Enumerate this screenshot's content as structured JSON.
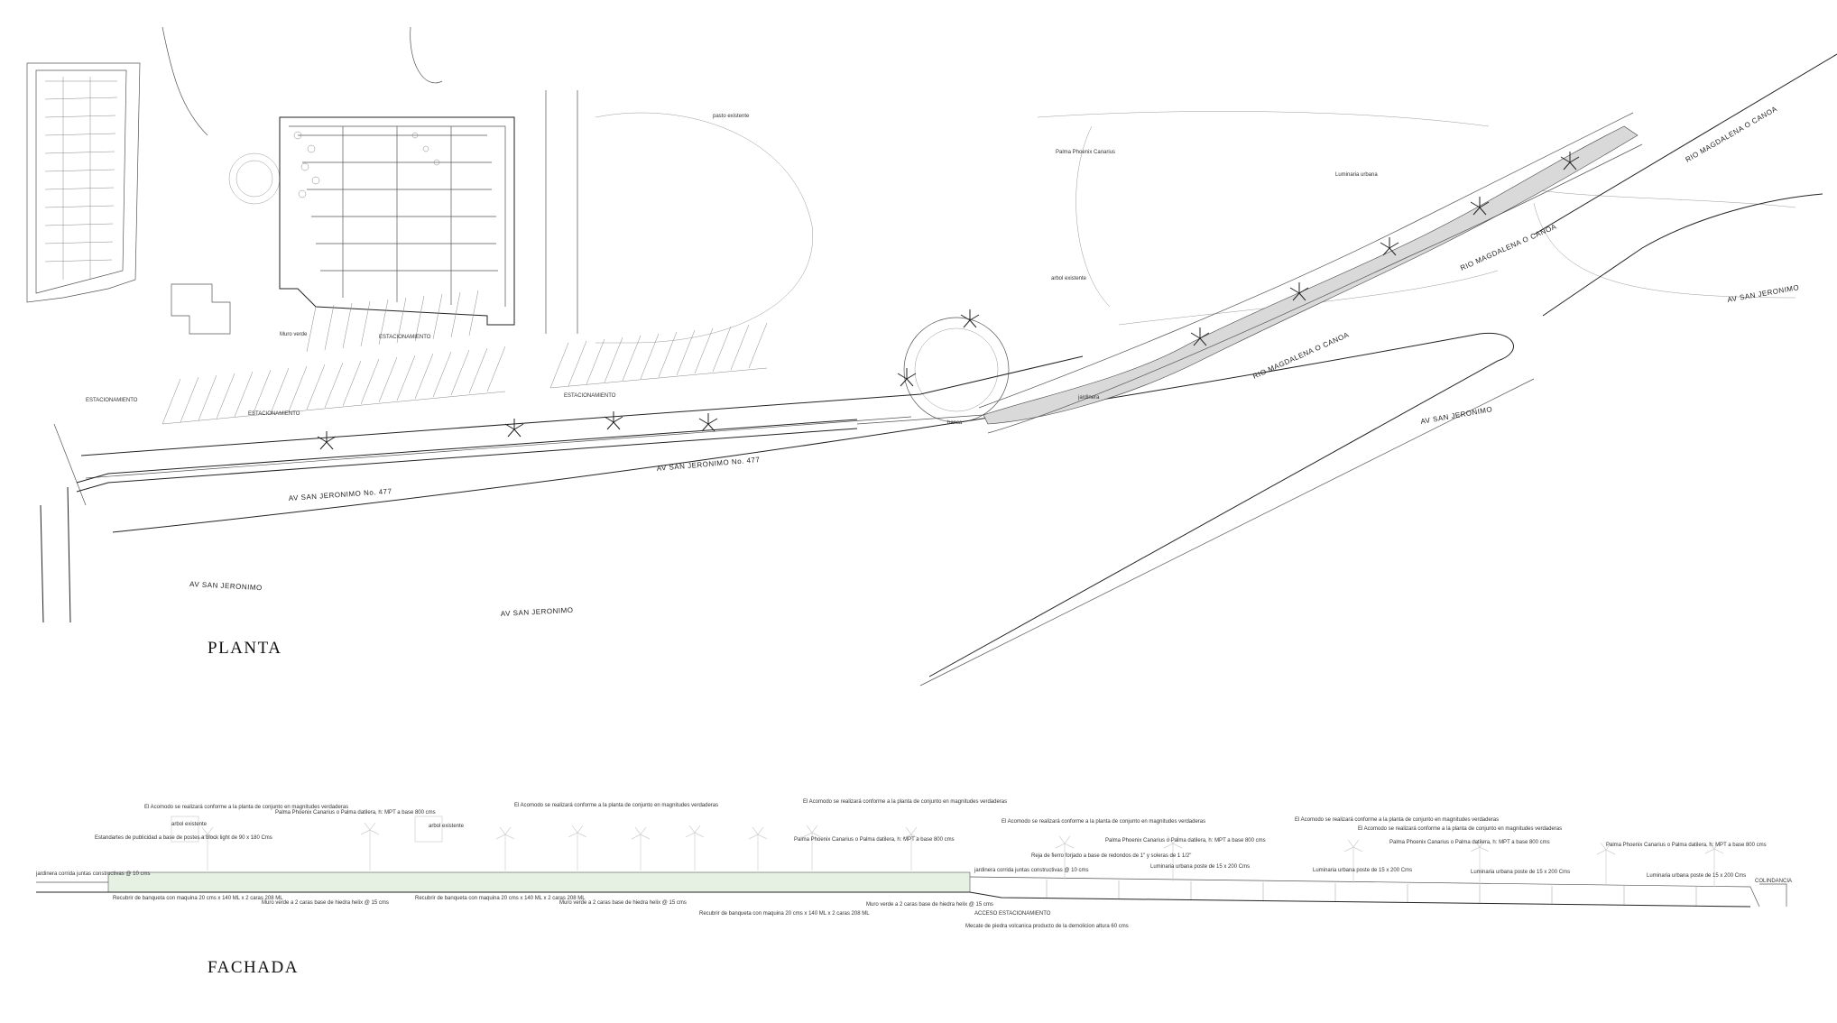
{
  "sections": {
    "planta": "PLANTA",
    "fachada": "FACHADA"
  },
  "streets": {
    "av_san_jeronimo_477_a": "AV SAN JERONIMO No. 477",
    "av_san_jeronimo_477_b": "AV SAN JERONIMO No. 477",
    "av_san_jeronimo_1": "AV SAN JERONIMO",
    "av_san_jeronimo_2": "AV SAN JERONIMO",
    "av_san_jeronimo_3": "AV SAN JERONIMO",
    "av_san_jeronimo_4": "AV SAN JERONIMO",
    "rio_magdalena_1": "RIO MAGDALENA O CANOA",
    "rio_magdalena_2": "RIO MAGDALENA O CANOA",
    "rio_magdalena_3": "RIO MAGDALENA O CANOA"
  },
  "plan_labels": {
    "estacionamiento_1": "ESTACIONAMIENTO",
    "estacionamiento_2": "ESTACIONAMIENTO",
    "estacionamiento_3": "ESTACIONAMIENTO",
    "estacionamiento_4": "ESTACIONAMIENTO",
    "muro_verde": "Muro verde",
    "pasto_existente": "pasto existente",
    "arbol_existente": "arbol existente",
    "palma_phoenix": "Palma Phoenix Canarius",
    "luminaria": "Luminaria urbana",
    "banca": "banca",
    "jardinera": "jardinera"
  },
  "fachada_notes": {
    "acomodo_1": "El Acomodo se realizará conforme a la planta de conjunto en magnitudes verdaderas",
    "acomodo_2": "El Acomodo se realizará conforme a la planta de conjunto en magnitudes verdaderas",
    "acomodo_3": "El Acomodo se realizará conforme a la planta de conjunto en magnitudes verdaderas",
    "acomodo_4": "El Acomodo se realizará conforme a la planta de conjunto en magnitudes verdaderas",
    "acomodo_5": "El Acomodo se realizará conforme a la planta de conjunto en magnitudes verdaderas",
    "acomodo_6": "El Acomodo se realizará conforme a la planta de conjunto en magnitudes verdaderas",
    "palma_1": "Palma Phoenix Canarius o Palma datilera, h: MPT a base 800 cms",
    "palma_2": "Palma Phoenix Canarius o Palma datilera, h: MPT a base 800 cms",
    "palma_3": "Palma Phoenix Canarius o Palma datilera, h: MPT a base 800 cms",
    "palma_4": "Palma Phoenix Canarius o Palma datilera, h: MPT a base 800 cms",
    "palma_5": "Palma Phoenix Canarius o Palma datilera, h: MPT a base 800 cms",
    "muro_verde_1": "Muro verde a 2 caras base de hiedra helix @ 15 cms",
    "muro_verde_2": "Muro verde a 2 caras base de hiedra helix @ 15 cms",
    "muro_verde_3": "Muro verde a 2 caras base de hiedra helix @ 15 cms",
    "recubr_1": "Recubrir de banqueta con maquina 20 cms x 140 ML x 2 caras 208 ML",
    "recubr_2": "Recubrir de banqueta con maquina 20 cms x 140 ML x 2 caras 208 ML",
    "recubr_3": "Recubrir de banqueta con maquina 20 cms x 140 ML x 2 caras 208 ML",
    "acceso": "ACCESO ESTACIONAMIENTO",
    "colindancia": "COLINDANCIA",
    "arbol_1": "arbol existente",
    "arbol_2": "arbol existente",
    "luminaria_1": "Luminaria urbana poste de 15 x 200 Cms",
    "luminaria_2": "Luminaria urbana poste de 15 x 200 Cms",
    "luminaria_3": "Luminaria urbana poste de 15 x 200 Cms",
    "luminaria_4": "Luminaria urbana poste de 15 x 200 Cms",
    "jardinera_1": "jardinera corrida juntas constructivas @ 10 cms",
    "jardinera_2": "jardinera corrida juntas constructivas @ 10 cms",
    "estandarte": "Estandartes de publicidad a base de postes a block light de 90 x 180 Cms",
    "reja": "Reja de fierro forjado a base de redondos de 1\" y soleras de 1 1/2\"",
    "mecate": "Mecate de piedra volcanica producto de la demolicion altura 60 cms"
  },
  "colors": {
    "line": "#555555",
    "green_wall": "#e6f1e4",
    "river": "#bdbdbd"
  }
}
